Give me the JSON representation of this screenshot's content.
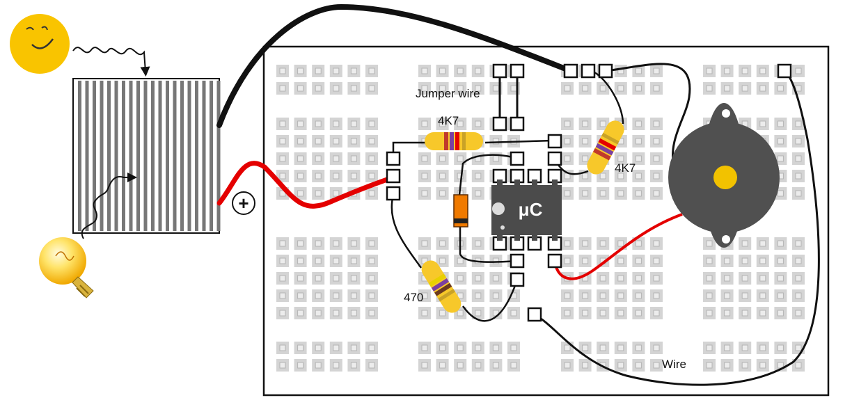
{
  "labels": {
    "jumper_wire": "Jumper wire",
    "wire": "Wire",
    "resistor_top": "4K7",
    "resistor_right": "4K7",
    "resistor_bottom": "470",
    "microcontroller": "μC",
    "plus_sign": "+"
  },
  "colors": {
    "sun": "#f9c400",
    "wire_black": "#111111",
    "wire_red": "#e40000",
    "buzzer": "#505050",
    "buzzer_center": "#f2c200",
    "chip": "#4b4b4b",
    "resistor_body": "#f7c82a",
    "diode_body": "#f07a00",
    "hole": "#d4d4d4"
  },
  "icons": {
    "sun": "smiling-sun-icon",
    "bulb": "light-bulb-icon",
    "solar_panel": "solar-panel-icon"
  }
}
